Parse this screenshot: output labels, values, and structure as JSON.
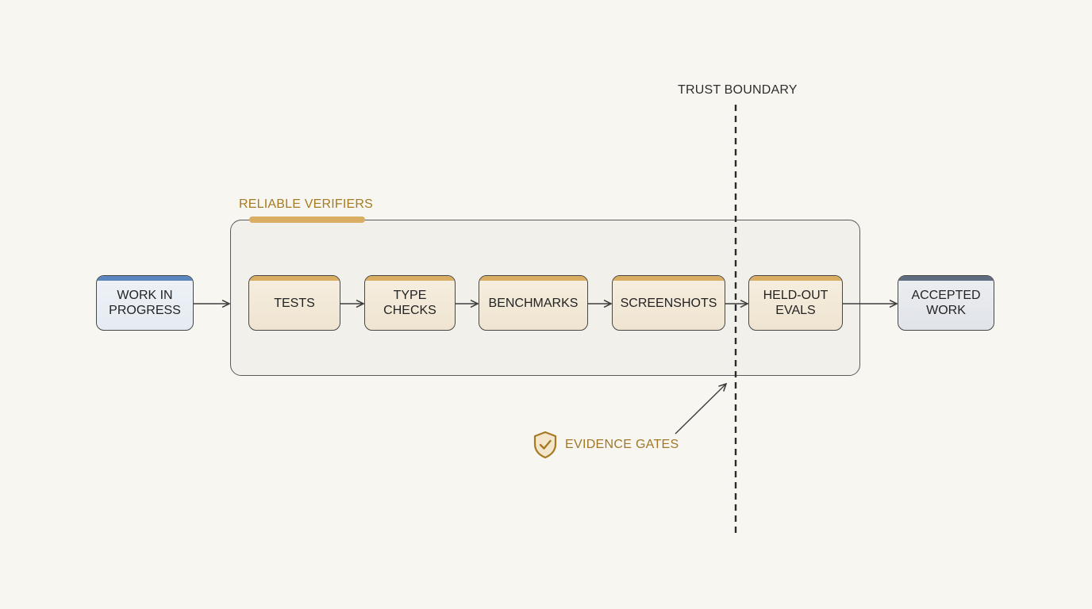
{
  "diagram": {
    "trust_boundary_label": "TRUST BOUNDARY",
    "group_label": "RELIABLE VERIFIERS",
    "evidence_label": "EVIDENCE GATES",
    "colors": {
      "background": "#f8f6f1",
      "gold_accent": "#d9ad62",
      "gold_text": "#a57a22",
      "blue_accent": "#5c86bf",
      "slate_accent": "#5f6b7f",
      "stroke": "#474747"
    },
    "nodes": {
      "work_in_progress": "WORK IN\nPROGRESS",
      "tests": "TESTS",
      "type_checks": "TYPE\nCHECKS",
      "benchmarks": "BENCHMARKS",
      "screenshots": "SCREENSHOTS",
      "held_out_evals": "HELD-OUT\nEVALS",
      "accepted_work": "ACCEPTED\nWORK"
    },
    "icons": {
      "evidence": "shield-check-icon"
    }
  }
}
